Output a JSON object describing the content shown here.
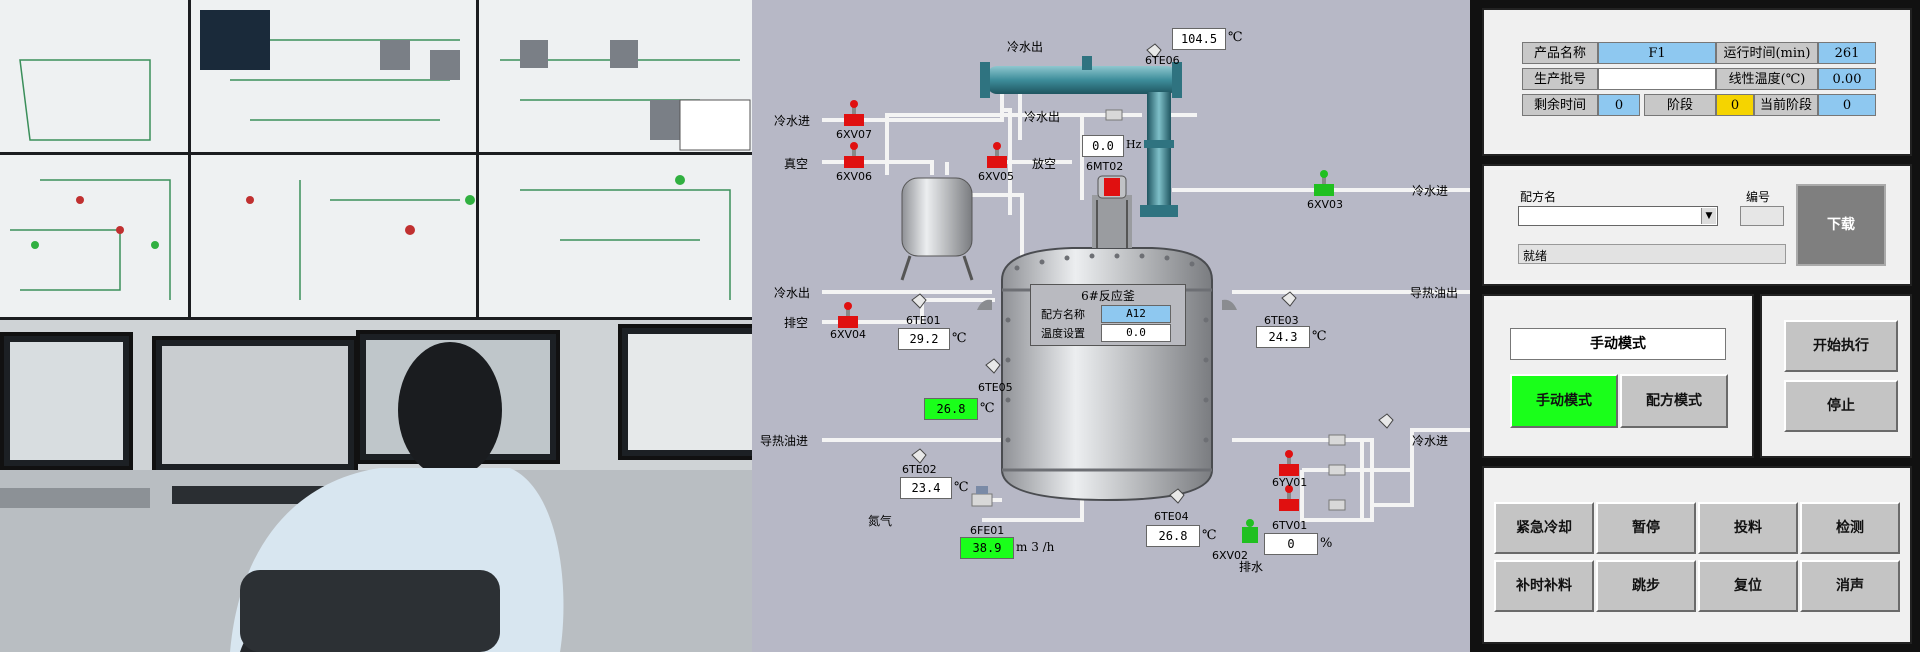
{
  "process": {
    "labels": {
      "cold_water_out_top": "冷水出",
      "cold_water_in_left": "冷水进",
      "vacuum": "真空",
      "vent": "放空",
      "cold_water_out_mid": "冷水出",
      "cold_water_in_right_top": "冷水进",
      "cold_water_out_left2": "冷水出",
      "exhaust": "排空",
      "oil_out": "导热油出",
      "oil_in": "导热油进",
      "nitrogen": "氮气",
      "cold_water_in_right_low": "冷水进",
      "drain": "排水"
    },
    "tags": {
      "xv07": "6XV07",
      "xv06": "6XV06",
      "xv05": "6XV05",
      "xv04": "6XV04",
      "xv03": "6XV03",
      "yv01a": "6YV01",
      "tv01": "6TV01",
      "xv02": "6XV02",
      "te06": "6TE06",
      "mt02": "6MT02",
      "te01": "6TE01",
      "te05": "6TE05",
      "te02": "6TE02",
      "te03": "6TE03",
      "te04": "6TE04",
      "fe01": "6FE01"
    },
    "values": {
      "te06": "104.5",
      "mt02_hz": "0.0",
      "te01": "29.2",
      "te05": "26.8",
      "te02": "23.4",
      "te03": "24.3",
      "te04": "26.8",
      "fe01": "38.9",
      "valve_pct": "0"
    },
    "units": {
      "celsius": "℃",
      "hz": "Hz",
      "flow": "m 3 /h",
      "percent": "%"
    },
    "reactor": {
      "title": "6#反应釜",
      "recipe_label": "配方名称",
      "recipe_value": "A12",
      "temp_label": "温度设置",
      "temp_value": "0.0"
    }
  },
  "info_panel": {
    "product_name_label": "产品名称",
    "product_name_value": "F1",
    "run_time_label": "运行时间(min)",
    "run_time_value": "261",
    "batch_label": "生产批号",
    "batch_value": "",
    "linear_temp_label": "线性温度(℃)",
    "linear_temp_value": "0.00",
    "remaining_label": "剩余时间",
    "remaining_value": "0",
    "stage_label": "阶段",
    "stage_value": "0",
    "current_stage_label": "当前阶段",
    "current_stage_value": "0"
  },
  "recipe_panel": {
    "recipe_name_label": "配方名",
    "number_label": "编号",
    "status_text": "就绪",
    "download_label": "下载"
  },
  "mode_panel": {
    "mode_display": "手动模式",
    "manual_button": "手动模式",
    "recipe_button": "配方模式",
    "start_button": "开始执行",
    "stop_button": "停止"
  },
  "action_buttons": [
    "紧急冷却",
    "暂停",
    "投料",
    "检测",
    "补时补料",
    "跳步",
    "复位",
    "消声"
  ],
  "colors": {
    "background": "#b7b8c6",
    "active_green": "#1aff1a",
    "info_blue": "#8ec8f0",
    "stage_yellow": "#f5d400",
    "valve_red": "#e01010",
    "valve_green": "#20c020",
    "pipe_teal": "#3d8d9a"
  }
}
